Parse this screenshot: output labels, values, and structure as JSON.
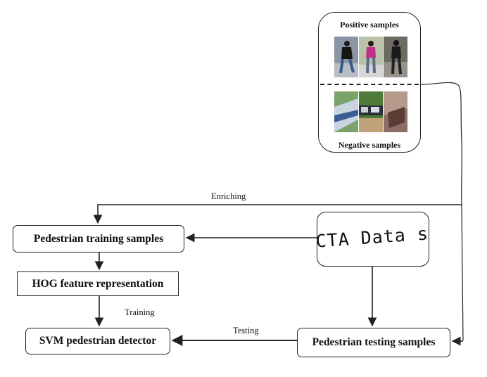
{
  "diagram": {
    "nodes": {
      "training_samples": "Pedestrian training samples",
      "hog": "HOG feature representation",
      "svm": "SVM pedestrian detector",
      "testing_samples": "Pedestrian testing samples"
    },
    "samples_panel": {
      "positive_caption": "Positive samples",
      "negative_caption": "Negative samples",
      "positive_count": 3,
      "negative_count": 3
    },
    "dataset_label": "NICTA Data set",
    "edge_labels": {
      "enriching": "Enriching",
      "training": "Training",
      "testing": "Testing"
    },
    "colors": {
      "line": "#222222"
    }
  }
}
